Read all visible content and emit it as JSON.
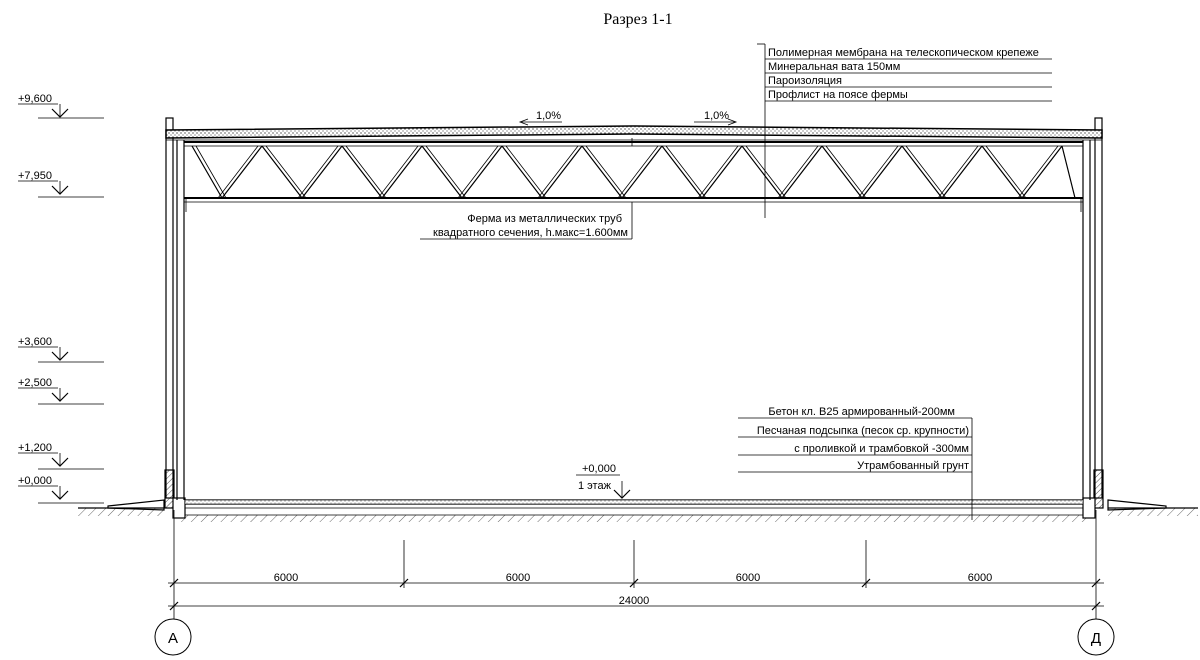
{
  "title": "Разрез 1-1",
  "levels": [
    "+9,600",
    "+7,950",
    "+3,600",
    "+2,500",
    "+1,200",
    "+0,000"
  ],
  "roof": {
    "slope_left": "1,0%",
    "slope_right": "1,0%",
    "layers": [
      "Полимерная мембрана на телескопическом крепеже",
      "Минеральная вата 150мм",
      "Пароизоляция",
      "Профлист на поясе фермы"
    ]
  },
  "truss": {
    "label_line1": "Ферма из металлических труб",
    "label_line2": "квадратного сечения, h.макс=1.600мм"
  },
  "floor": {
    "level": "+0,000",
    "name": "1 этаж",
    "layers": [
      "Бетон кл. B25 армированный-200мм",
      "Песчаная подсыпка (песок ср. крупности)",
      "с проливкой и трамбовкой -300мм",
      "Утрамбованный грунт"
    ]
  },
  "dimensions": {
    "spans": [
      "6000",
      "6000",
      "6000",
      "6000"
    ],
    "total": "24000"
  },
  "axes": [
    "А",
    "Д"
  ]
}
